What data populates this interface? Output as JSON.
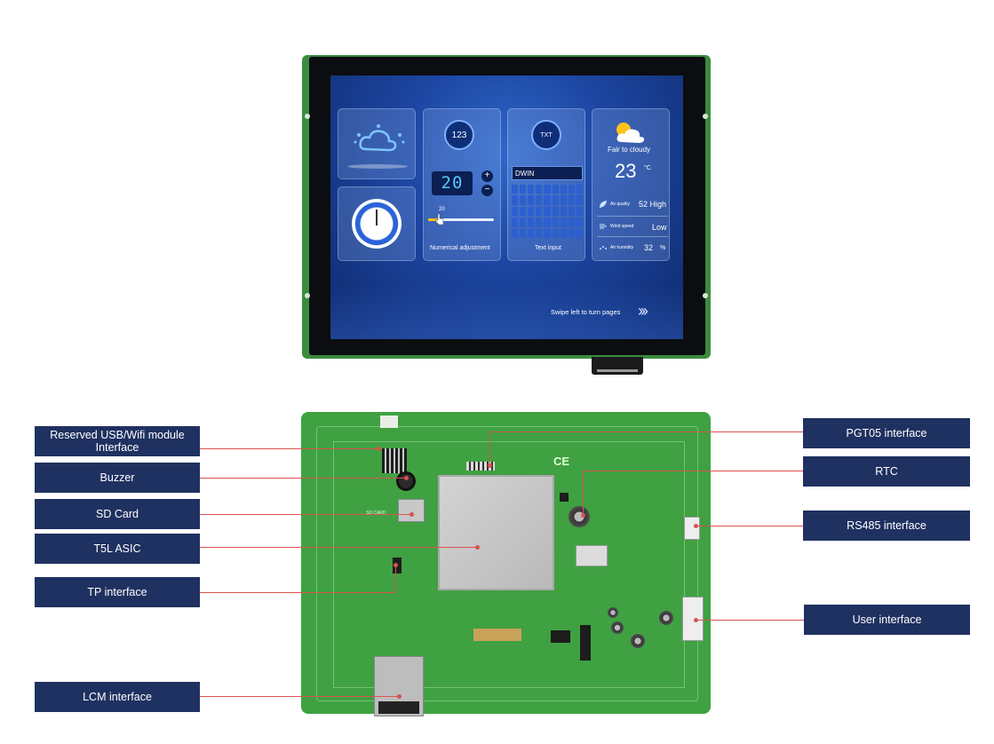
{
  "front_screen": {
    "weather_card": {
      "condition": "Fair to cloudy",
      "temperature": "23",
      "unit": "°C",
      "air_quality_label": "Air quality",
      "air_quality_value": "52 High",
      "wind_speed_label": "Wind speed",
      "wind_speed_value": "Low",
      "humidity_label": "Air humidity",
      "humidity_value": "32",
      "humidity_unit": "%"
    },
    "numeric_card": {
      "icon_text": "123",
      "display_value": "20",
      "slider_value": "20",
      "slider_fraction": 0.15,
      "caption": "Numerical adjustment",
      "plus": "+",
      "minus": "−"
    },
    "text_card": {
      "icon_text": "TXT",
      "input_value": "DWIN",
      "caption": "Text input"
    },
    "swipe_hint": "Swipe left to turn pages",
    "swipe_arrows": "›››"
  },
  "back_board": {
    "silk_ce": "CE",
    "silk_sd": "SD CARD"
  },
  "labels": {
    "reserved_usb": "Reserved USB/Wifi module Interface",
    "buzzer": "Buzzer",
    "sd_card": "SD Card",
    "t5l_asic": "T5L ASIC",
    "tp_interface": "TP interface",
    "lcm_interface": "LCM interface",
    "pgt05_interface": "PGT05 interface",
    "rtc": "RTC",
    "rs485_interface": "RS485 interface",
    "user_interface": "User interface"
  },
  "colors": {
    "label_bg": "#1f3160",
    "leader_line": "#d9534f",
    "pcb_green": "#3fa142",
    "screen_blue": "#1d47a3"
  }
}
